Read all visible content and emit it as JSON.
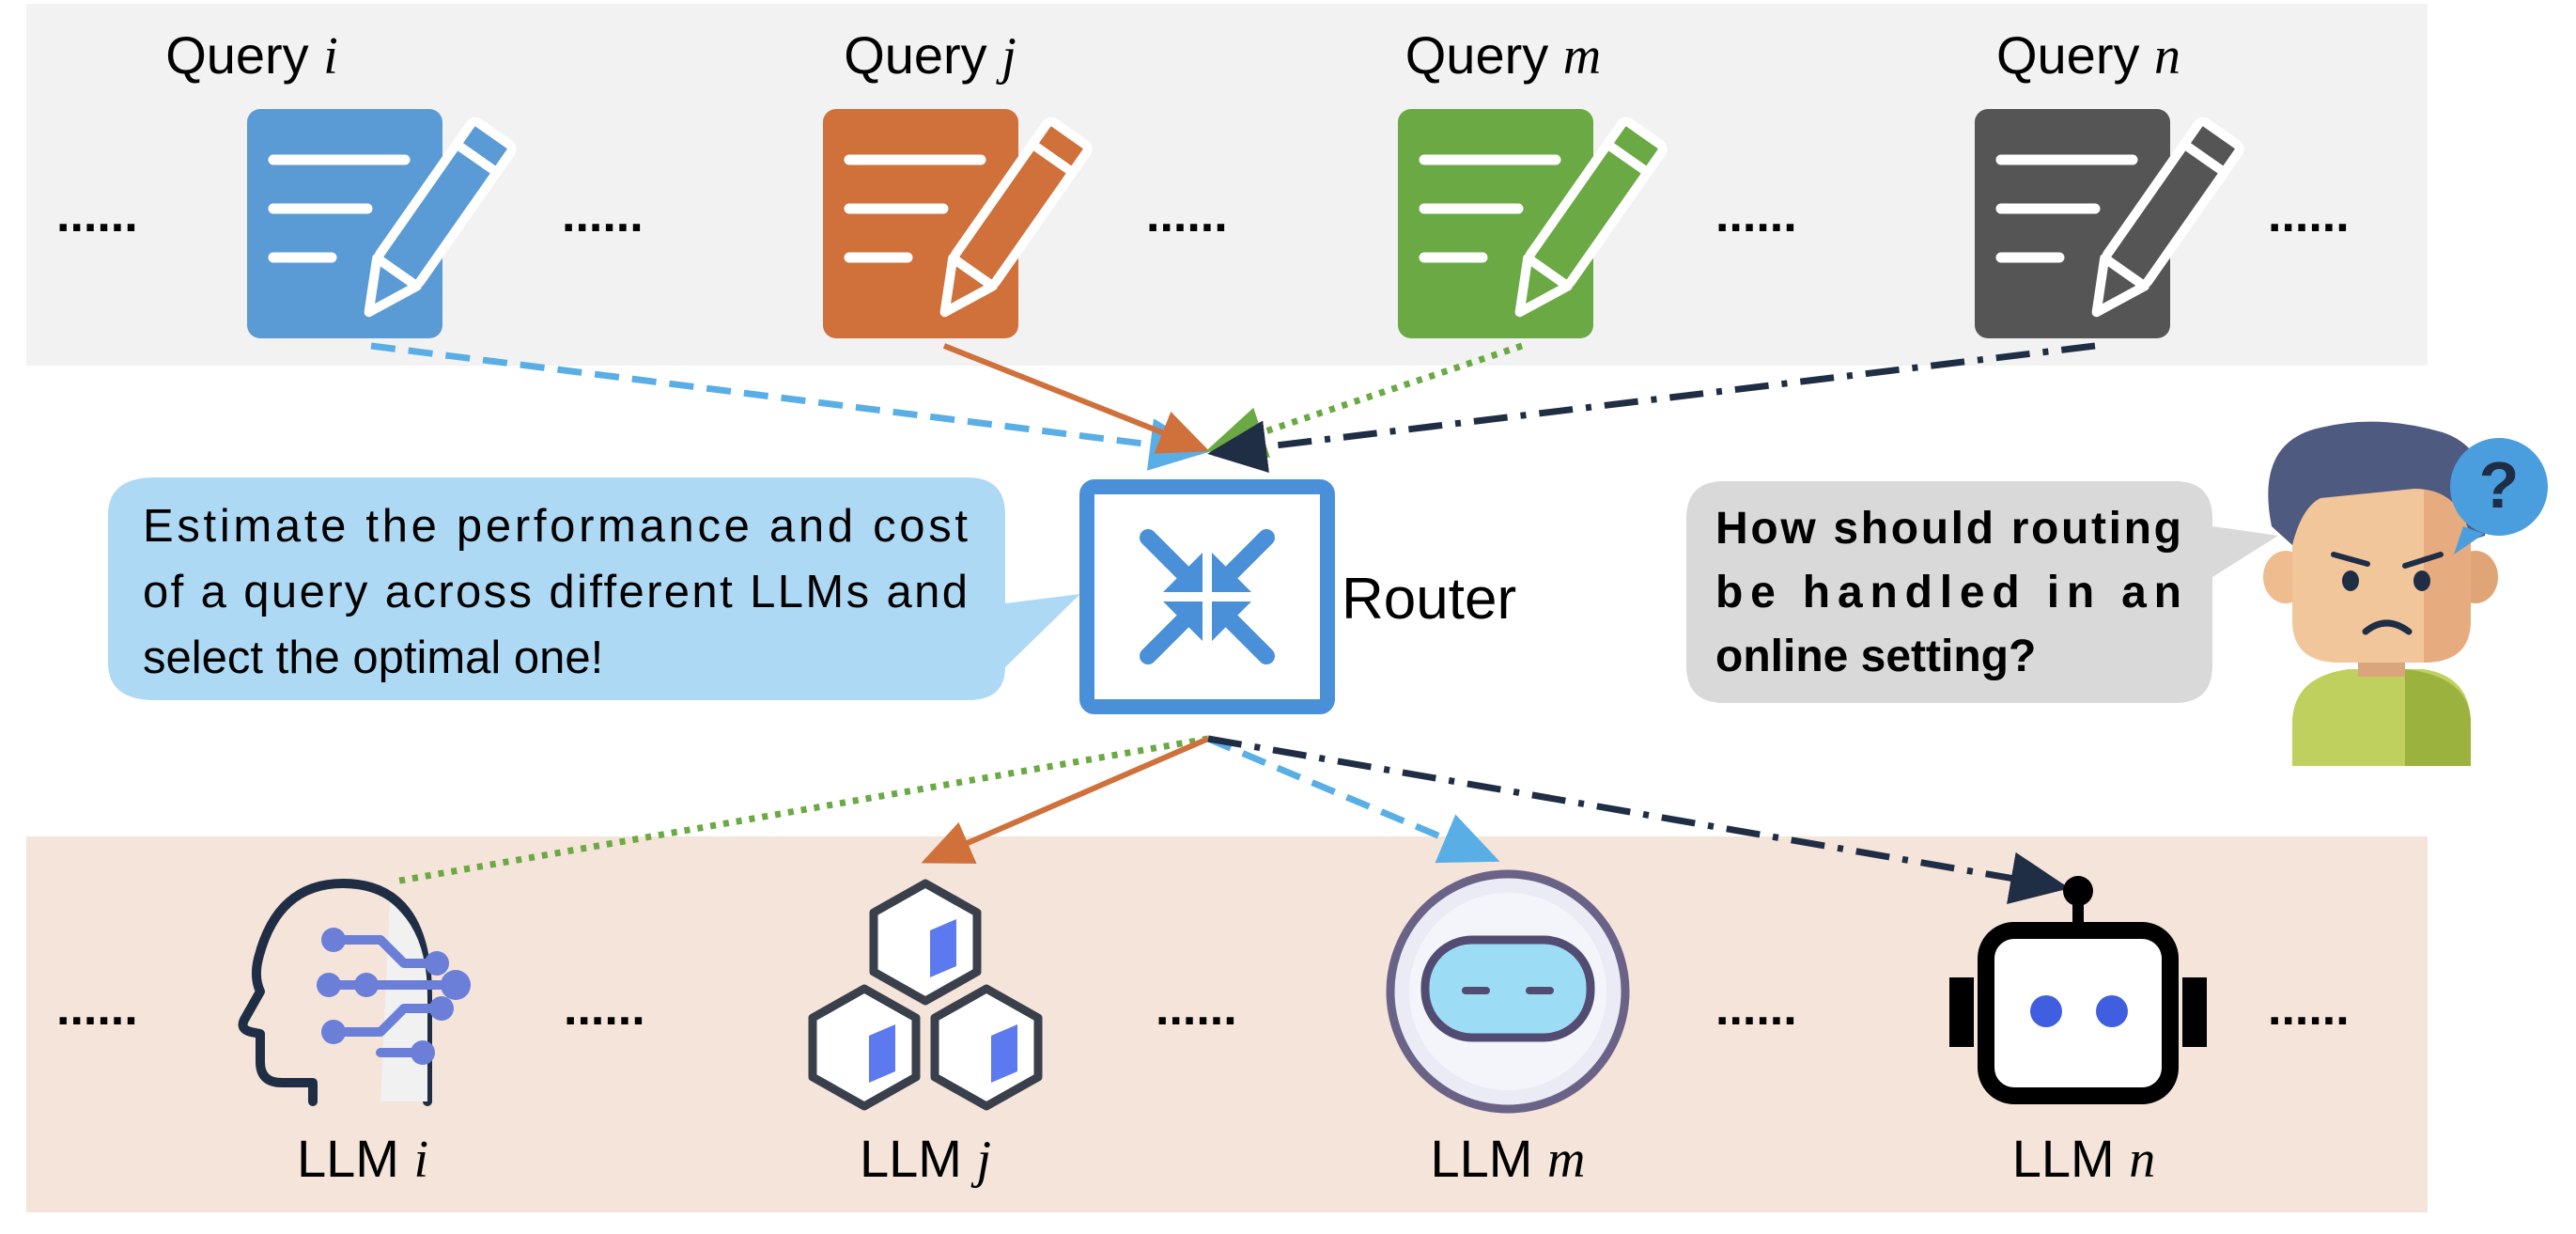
{
  "queries": [
    {
      "prefix": "Query ",
      "var": "i",
      "color": "#5b9bd5"
    },
    {
      "prefix": "Query ",
      "var": "j",
      "color": "#d0703a"
    },
    {
      "prefix": "Query ",
      "var": "m",
      "color": "#6aa943"
    },
    {
      "prefix": "Query ",
      "var": "n",
      "color": "#555555"
    }
  ],
  "llms": [
    {
      "prefix": "LLM ",
      "var": "i"
    },
    {
      "prefix": "LLM ",
      "var": "j"
    },
    {
      "prefix": "LLM ",
      "var": "m"
    },
    {
      "prefix": "LLM ",
      "var": "n"
    }
  ],
  "ellipsis": "......",
  "router": {
    "label": "Router",
    "color": "#4a90d9"
  },
  "left_bubble": {
    "lines": [
      "Estimate the performance and cost",
      "of a query across different LLMs and",
      "select the optimal one!"
    ],
    "color": "#aed9f4"
  },
  "right_bubble": {
    "lines": [
      "How should routing",
      "be handled in an",
      "online setting?"
    ],
    "color": "#d9d9d9"
  },
  "person_mark": "?",
  "colors": {
    "top_panel": "#f2f2f2",
    "bottom_panel": "#f5e4d9",
    "blue": "#5aaee6",
    "orange": "#d0703a",
    "green": "#6aa943",
    "navy": "#1f2d45"
  }
}
